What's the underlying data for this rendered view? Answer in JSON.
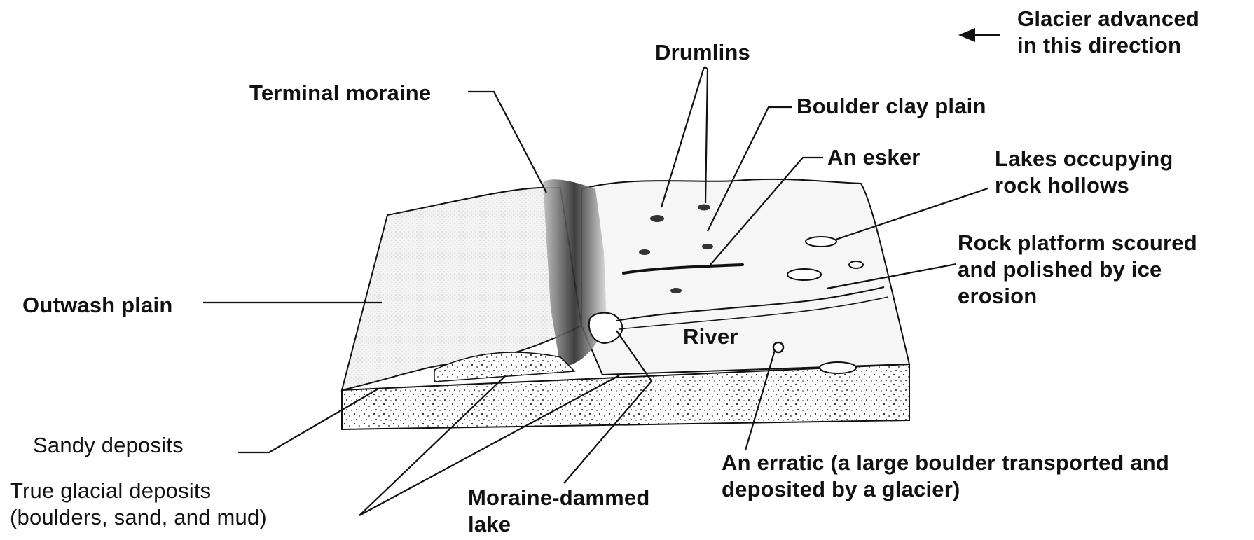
{
  "direction_note": {
    "line1": "Glacier advanced",
    "line2": "in this direction"
  },
  "labels": {
    "drumlins": "Drumlins",
    "terminal_moraine": "Terminal moraine",
    "boulder_clay_plain": "Boulder clay plain",
    "an_esker": "An esker",
    "lakes_line1": "Lakes occupying",
    "lakes_line2": "rock hollows",
    "rock_platform_line1": "Rock platform scoured",
    "rock_platform_line2": "and polished by ice",
    "rock_platform_line3": "erosion",
    "outwash_plain": "Outwash plain",
    "river": "River",
    "sandy_deposits": "Sandy deposits",
    "true_glacial_line1": "True glacial deposits",
    "true_glacial_line2": "(boulders, sand, and mud)",
    "moraine_dammed_line1": "Moraine-dammed",
    "moraine_dammed_line2": "lake",
    "erratic_line1": "An erratic (a large boulder transported and",
    "erratic_line2": "deposited by a glacier)"
  },
  "colors": {
    "ink": "#111111",
    "ground": "#f2f2f2",
    "shade": "#3a3a3a"
  }
}
